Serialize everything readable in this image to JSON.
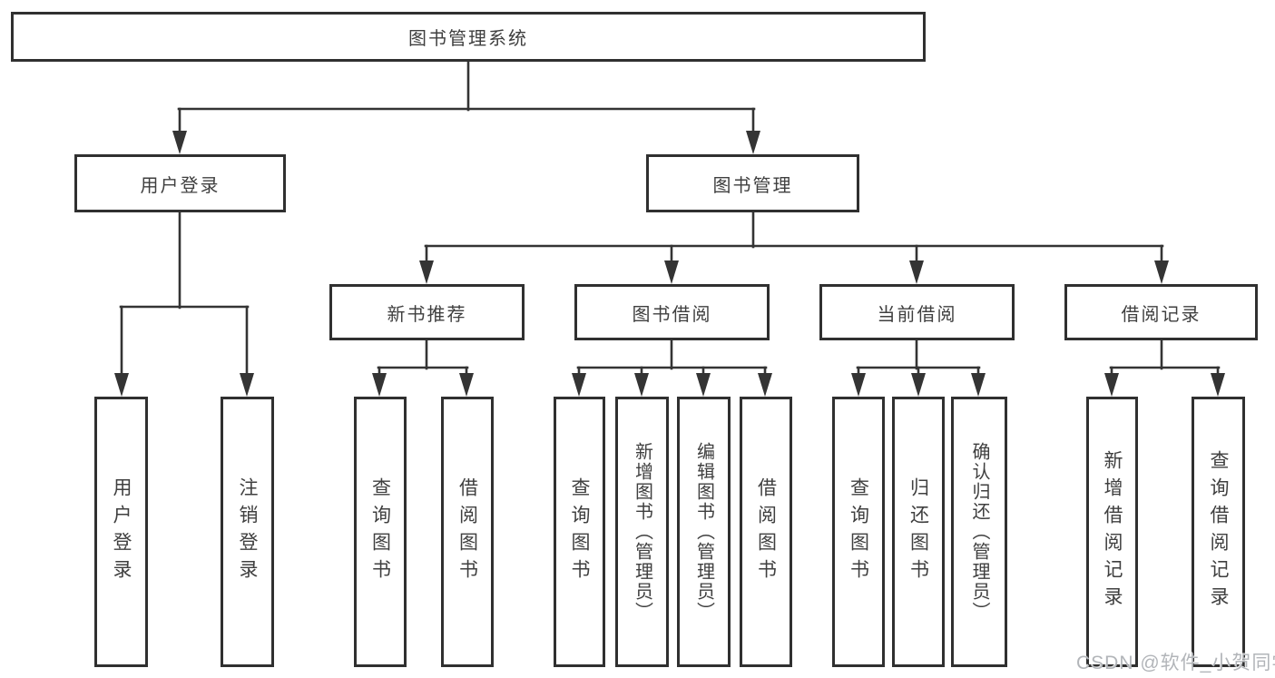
{
  "tree": {
    "root": {
      "label": "图书管理系统",
      "children": [
        {
          "label": "用户登录",
          "children": [
            {
              "label": "用户登录"
            },
            {
              "label": "注销登录"
            }
          ]
        },
        {
          "label": "图书管理",
          "children": [
            {
              "label": "新书推荐",
              "children": [
                {
                  "label": "查询图书"
                },
                {
                  "label": "借阅图书"
                }
              ]
            },
            {
              "label": "图书借阅",
              "children": [
                {
                  "label": "查询图书"
                },
                {
                  "label": "新增图书（管理员）"
                },
                {
                  "label": "编辑图书（管理员）"
                },
                {
                  "label": "借阅图书"
                }
              ]
            },
            {
              "label": "当前借阅",
              "children": [
                {
                  "label": "查询图书"
                },
                {
                  "label": "归还图书"
                },
                {
                  "label": "确认归还（管理员）"
                }
              ]
            },
            {
              "label": "借阅记录",
              "children": [
                {
                  "label": "新增借阅记录"
                },
                {
                  "label": "查询借阅记录"
                }
              ]
            }
          ]
        }
      ]
    }
  },
  "watermark": "CSDN @软件_小贺同学",
  "colors": {
    "line": "#343434",
    "box_border": "#303030",
    "text": "#3f3f3f",
    "watermark": "#b2b5b9",
    "background": "#ffffff"
  }
}
